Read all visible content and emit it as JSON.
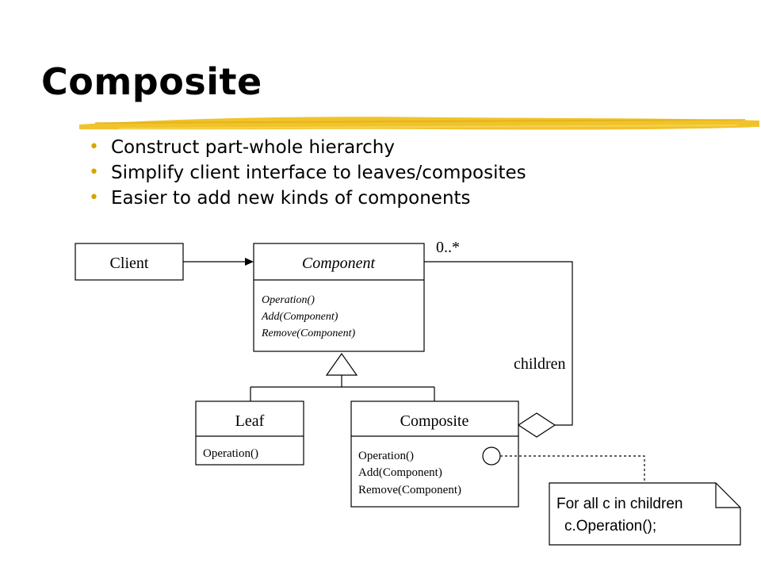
{
  "slide": {
    "title": "Composite",
    "bullets": [
      "Construct part-whole hierarchy",
      "Simplify client interface to leaves/composites",
      "Easier to add new kinds of components"
    ]
  },
  "diagram": {
    "client": {
      "name": "Client"
    },
    "component": {
      "name": "Component",
      "operations": [
        "Operation()",
        "Add(Component)",
        "Remove(Component)"
      ]
    },
    "leaf": {
      "name": "Leaf",
      "operations": [
        "Operation()"
      ]
    },
    "composite": {
      "name": "Composite",
      "operations": [
        "Operation()",
        "Add(Component)",
        "Remove(Component)"
      ]
    },
    "multiplicity": "0..*",
    "role": "children",
    "note": [
      "For all c in children",
      "c.Operation();"
    ]
  },
  "colors": {
    "underline": "#f0c020",
    "bullet": "#d9a400",
    "line": "#000000"
  }
}
